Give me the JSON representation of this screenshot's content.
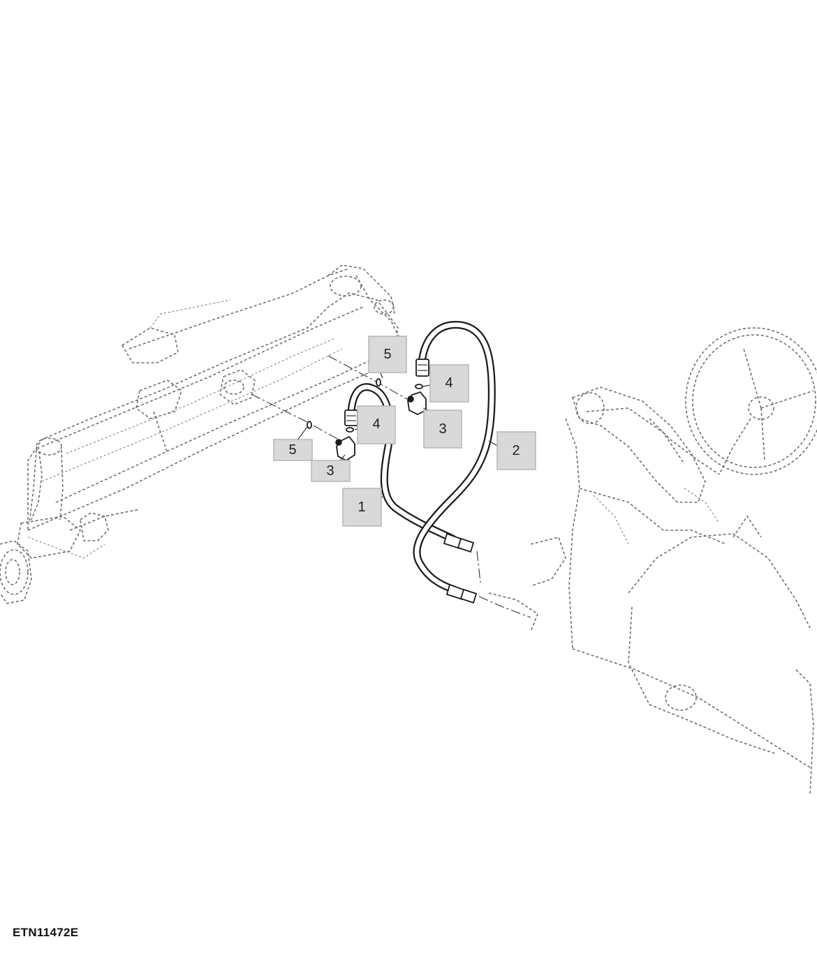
{
  "figure_id": "ETN11472E",
  "callouts": [
    {
      "label": "5"
    },
    {
      "label": "4"
    },
    {
      "label": "4"
    },
    {
      "label": "3"
    },
    {
      "label": "2"
    },
    {
      "label": "5"
    },
    {
      "label": "3"
    },
    {
      "label": "1"
    }
  ],
  "colors": {
    "line": "#1a1a1a",
    "ghost": "#6f6f6f",
    "callout_fill": "#d9d9d9"
  }
}
